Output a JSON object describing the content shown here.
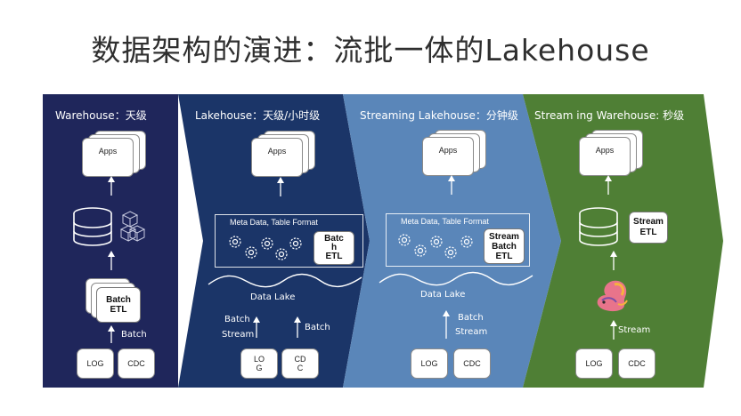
{
  "title": "数据架构的演进：流批一体的Lakehouse",
  "colors": {
    "warehouse": "#1f265b",
    "lakehouse": "#1b3568",
    "streaming_lakehouse": "#5f8bbd",
    "streaming_warehouse": "#4f7f35"
  },
  "stages": [
    {
      "title": "Warehouse：天级",
      "apps": "Apps",
      "etl": "Batch\nETL",
      "arrow_label": "Batch",
      "sources": [
        "LOG",
        "CDC"
      ],
      "icons": [
        "database-icon",
        "cubes-icon"
      ]
    },
    {
      "title": "Lakehouse：天级/小时级",
      "apps": "Apps",
      "meta": "Meta Data, Table Format",
      "etl": "Batc\nh\nETL",
      "data_lake": "Data Lake",
      "left_arrow_labels": [
        "Batch",
        "Stream"
      ],
      "right_arrow_label": "Batch",
      "sources": [
        "LO\nG",
        "CD\nC"
      ]
    },
    {
      "title": "Streaming  Lakehouse：分钟级",
      "apps": "Apps",
      "meta": "Meta Data, Table Format",
      "etl": "Stream\nBatch\nETL",
      "data_lake": "Data Lake",
      "arrow_labels": [
        "Batch",
        "Stream"
      ],
      "sources": [
        "LOG",
        "CDC"
      ]
    },
    {
      "title": "Stream ing  Warehouse: 秒级",
      "apps": "Apps",
      "etl": "Stream\nETL",
      "arrow_label": "Stream",
      "sources": [
        "LOG",
        "CDC"
      ],
      "icons": [
        "database-icon",
        "flink-squirrel-icon"
      ]
    }
  ]
}
